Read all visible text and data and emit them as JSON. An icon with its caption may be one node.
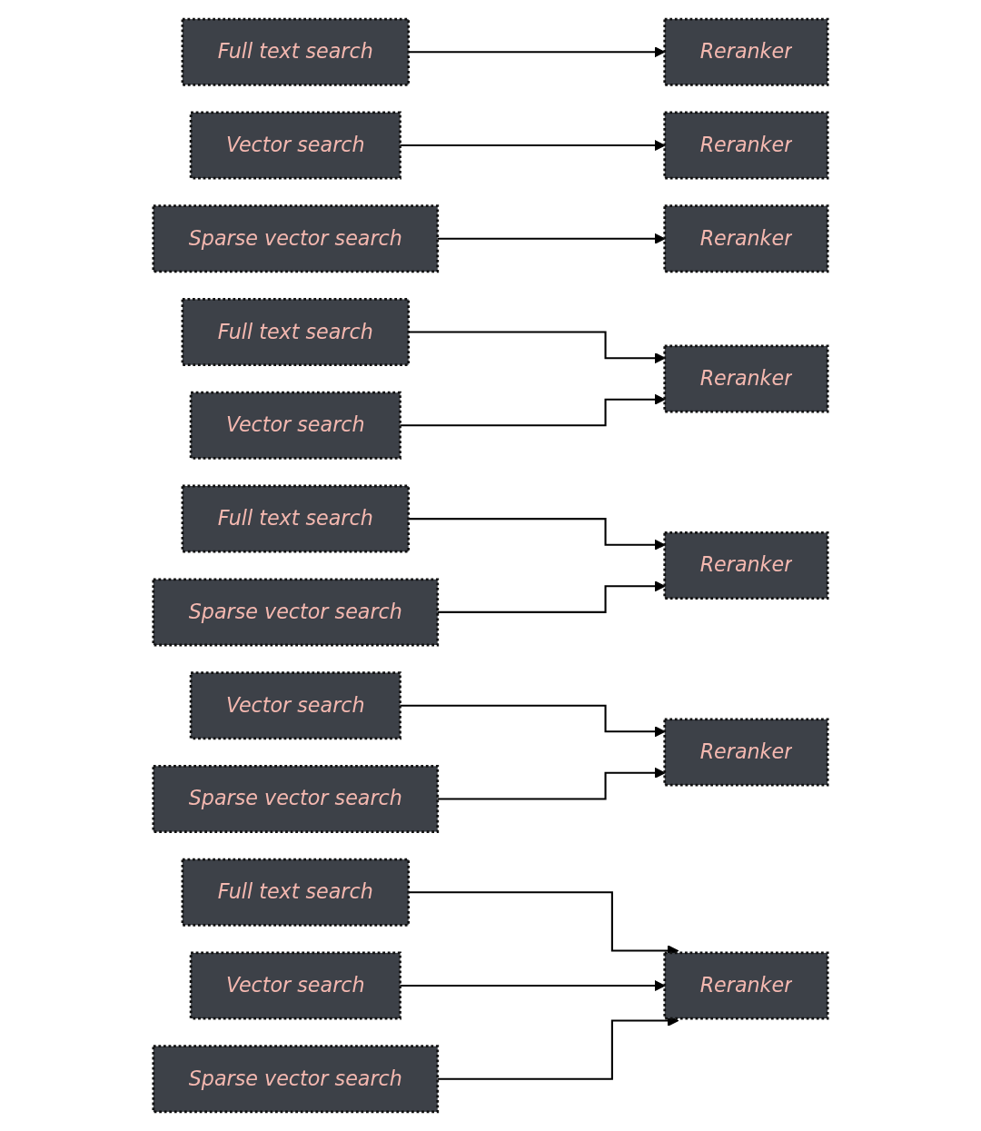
{
  "diagram": {
    "nodes": [
      {
        "text": [
          "Full text search"
        ]
      },
      {
        "text": [
          "Reranker"
        ]
      },
      {
        "text": [
          "Vector search"
        ]
      },
      {
        "text": [
          "Reranker"
        ]
      },
      {
        "text": [
          "Sparse vector search"
        ]
      },
      {
        "text": [
          "Reranker"
        ]
      },
      {
        "text": [
          "Full text search"
        ]
      },
      {
        "text": [
          "Vector search"
        ]
      },
      {
        "text": [
          "Reranker"
        ]
      },
      {
        "text": [
          "Full text search"
        ]
      },
      {
        "text": [
          "Sparse vector search"
        ]
      },
      {
        "text": [
          "Reranker"
        ]
      },
      {
        "text": [
          "Vector search"
        ]
      },
      {
        "text": [
          "Sparse vector search"
        ]
      },
      {
        "text": [
          "Reranker"
        ]
      },
      {
        "text": [
          "Full text search"
        ]
      },
      {
        "text": [
          "Vector search"
        ]
      },
      {
        "text": [
          "Sparse vector search"
        ]
      },
      {
        "text": [
          "Reranker"
        ]
      }
    ],
    "edges": [
      {
        "from": 0,
        "to": 1,
        "arrow": "to"
      },
      {
        "from": 2,
        "to": 3,
        "arrow": "to"
      },
      {
        "from": 4,
        "to": 5,
        "arrow": "to"
      },
      {
        "from": 6,
        "to": 8,
        "arrow": "to"
      },
      {
        "from": 7,
        "to": 8,
        "arrow": "to"
      },
      {
        "from": 9,
        "to": 11,
        "arrow": "to"
      },
      {
        "from": 10,
        "to": 11,
        "arrow": "to"
      },
      {
        "from": 12,
        "to": 14,
        "arrow": "to"
      },
      {
        "from": 13,
        "to": 14,
        "arrow": "to"
      },
      {
        "from": 15,
        "to": 18,
        "arrow": "to"
      },
      {
        "from": 16,
        "to": 18,
        "arrow": "to"
      },
      {
        "from": 17,
        "to": 18,
        "arrow": "to"
      }
    ]
  }
}
